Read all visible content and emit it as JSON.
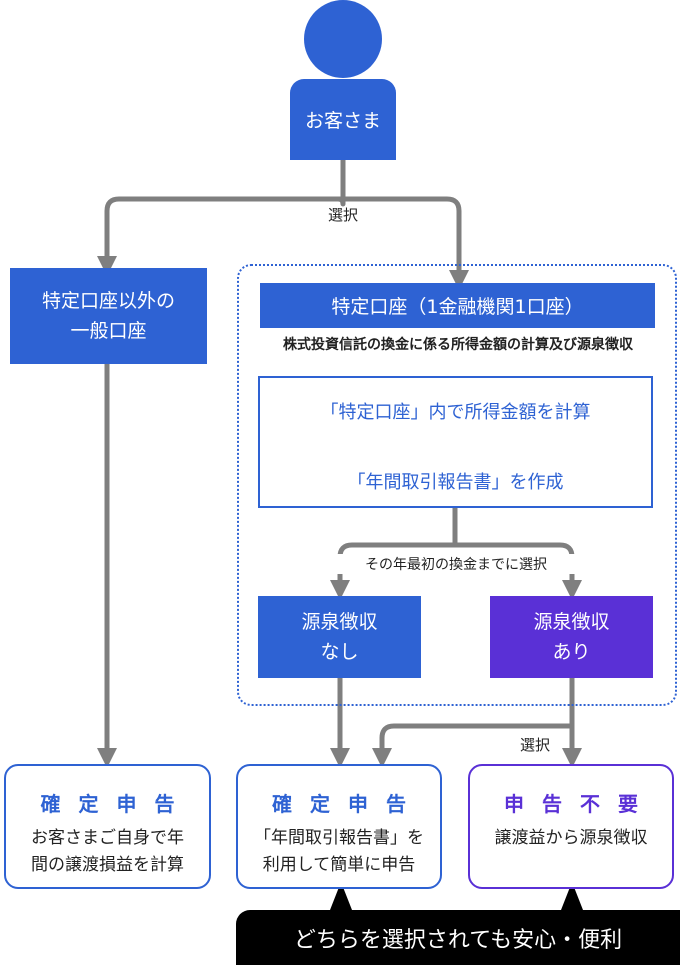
{
  "customer": {
    "label": "お客さま"
  },
  "labels": {
    "select_top": "選択",
    "select_middle": "その年最初の換金までに選択",
    "select_bottom": "選択"
  },
  "general_account": {
    "line1": "特定口座以外の",
    "line2": "一般口座"
  },
  "specific_account": {
    "header": "特定口座（1金融機関1口座）",
    "subtitle": "株式投資信託の換金に係る所得金額の計算及び源泉徴収",
    "step1": "「特定口座」内で所得金額を計算",
    "step2": "「年間取引報告書」を作成",
    "no_withholding": {
      "line1": "源泉徴収",
      "line2": "なし"
    },
    "with_withholding": {
      "line1": "源泉徴収",
      "line2": "あり"
    }
  },
  "outcomes": {
    "left": {
      "title": "確定申告",
      "line1": "お客さまご自身で年",
      "line2": "間の譲渡損益を計算"
    },
    "middle": {
      "title": "確定申告",
      "line1": "「年間取引報告書」を",
      "line2": "利用して簡単に申告"
    },
    "right": {
      "title": "申告不要",
      "line1": "譲渡益から源泉徴収"
    }
  },
  "banner": {
    "text": "どちらを選択されても安心・便利"
  },
  "colors": {
    "blue": "#2e62d3",
    "purple": "#5a30d6",
    "arrow_gray": "#7f7f7f",
    "banner_bg": "#000000"
  }
}
